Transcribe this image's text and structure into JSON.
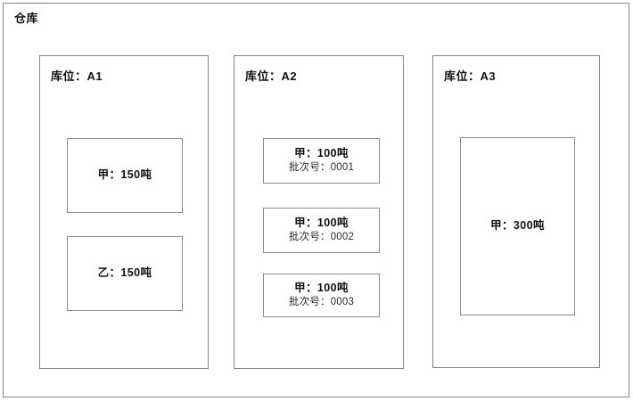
{
  "diagram": {
    "type": "warehouse-layout",
    "title": "仓库",
    "locations": [
      {
        "id": "A1",
        "title": "库位：A1",
        "items": [
          {
            "label": "甲：150吨",
            "batch": ""
          },
          {
            "label": "乙：150吨",
            "batch": ""
          }
        ]
      },
      {
        "id": "A2",
        "title": "库位：A2",
        "items": [
          {
            "label": "甲：100吨",
            "batch": "批次号：0001"
          },
          {
            "label": "甲：100吨",
            "batch": "批次号：0002"
          },
          {
            "label": "甲：100吨",
            "batch": "批次号：0003"
          }
        ]
      },
      {
        "id": "A3",
        "title": "库位：A3",
        "items": [
          {
            "label": "甲：300吨",
            "batch": ""
          }
        ]
      }
    ]
  },
  "colors": {
    "background": "#ffffff",
    "border": "#848484",
    "text": "#111111"
  }
}
